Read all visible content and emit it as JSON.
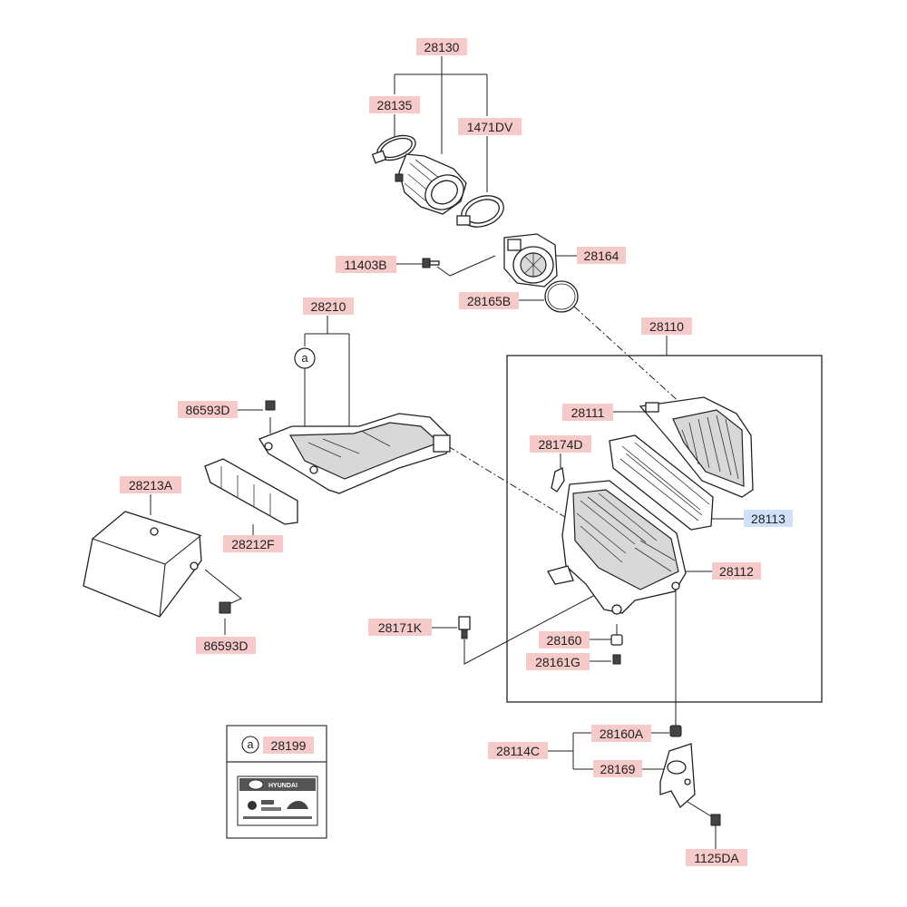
{
  "callout_symbol": "a",
  "labels": {
    "p28130": "28130",
    "p28135": "28135",
    "p1471DV": "1471DV",
    "p28164": "28164",
    "p11403B": "11403B",
    "p28165B": "28165B",
    "p28210": "28210",
    "p28110": "28110",
    "p86593D_top": "86593D",
    "p28111": "28111",
    "p28174D": "28174D",
    "p28213A": "28213A",
    "p28113": "28113",
    "p28212F": "28212F",
    "p28112": "28112",
    "p86593D_bottom": "86593D",
    "p28171K": "28171K",
    "p28160": "28160",
    "p28161G": "28161G",
    "p28199": "28199",
    "p28160A": "28160A",
    "p28114C": "28114C",
    "p28169": "28169",
    "p1125DA": "1125DA"
  },
  "sticker": {
    "brand": "HYUNDAI"
  },
  "colors": {
    "label_bg": "#f7caca",
    "label_bg_highlight": "#cfe0f8",
    "line": "#222222"
  },
  "icons": [
    "hyundai-logo-icon"
  ]
}
